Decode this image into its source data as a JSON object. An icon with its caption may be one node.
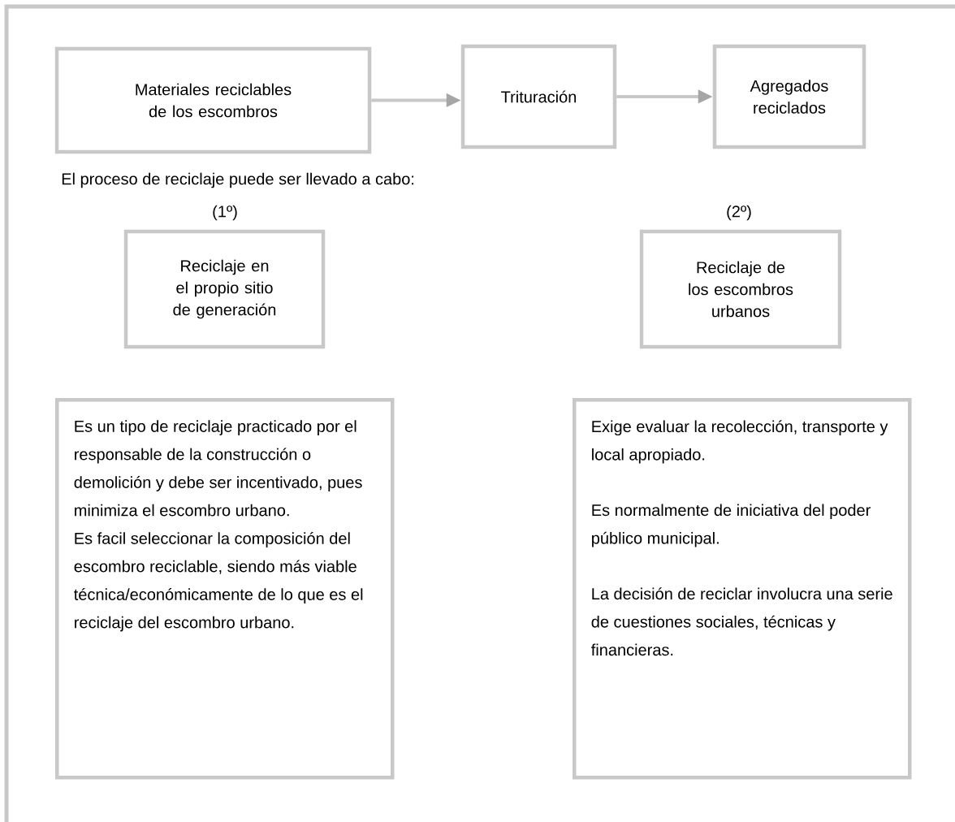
{
  "diagram": {
    "nodes": [
      {
        "text": [
          "Materiales reciclables de los escombros"
        ]
      },
      {
        "text": [
          "Trituración"
        ]
      },
      {
        "text": [
          "Agregados reciclados"
        ]
      },
      {
        "text": [
          "Reciclaje en el propio sitio de generación"
        ],
        "beside": [
          "(1º)"
        ]
      },
      {
        "text": [
          "Reciclaje de los escombros urbanos"
        ],
        "beside": [
          "(2º)"
        ]
      },
      {
        "text": [
          "Es un tipo de reciclaje practicado por el responsable de la construcción o demolición y debe ser incentivado, pues minimiza el escombro urbano.",
          "Es facil seleccionar la composición del escombro reciclable, siendo más viable técnica/económicamente de lo que es el reciclaje del escombro urbano."
        ]
      },
      {
        "text": [
          "Exige evaluar la recolección, transporte y local apropiado.",
          "Es normalmente de iniciativa del poder público municipal.",
          "La decisión de reciclar involucra una serie de cuestiones sociales, técnicas y financieras."
        ]
      }
    ],
    "edges": [
      {
        "from": 0,
        "to": 1,
        "arrow": "to"
      },
      {
        "from": 1,
        "to": 2,
        "arrow": "to"
      }
    ],
    "labels": [
      "El proceso de reciclaje puede ser llevado a cabo:"
    ]
  }
}
